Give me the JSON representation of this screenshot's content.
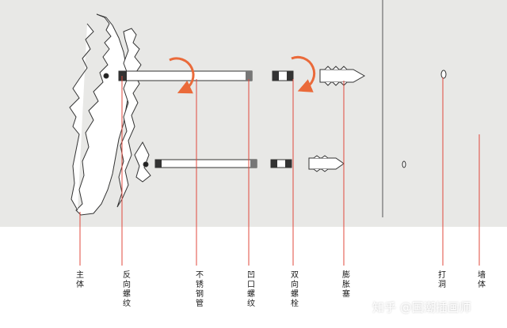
{
  "labels": {
    "main_body": "主体",
    "reverse_thread": "反向螺纹",
    "steel_tube": "不锈钢管",
    "recess_thread": "凹口螺纹",
    "double_bolt": "双向螺栓",
    "expansion_plug": "膨胀塞",
    "drill_hole": "打洞",
    "wall": "墙体"
  },
  "watermark": "知乎 @国潮插画师",
  "colors": {
    "backdrop": "#e8e8e6",
    "leader": "#e0483c",
    "rotation_arrow": "#ea6a3a",
    "line": "#333333"
  }
}
